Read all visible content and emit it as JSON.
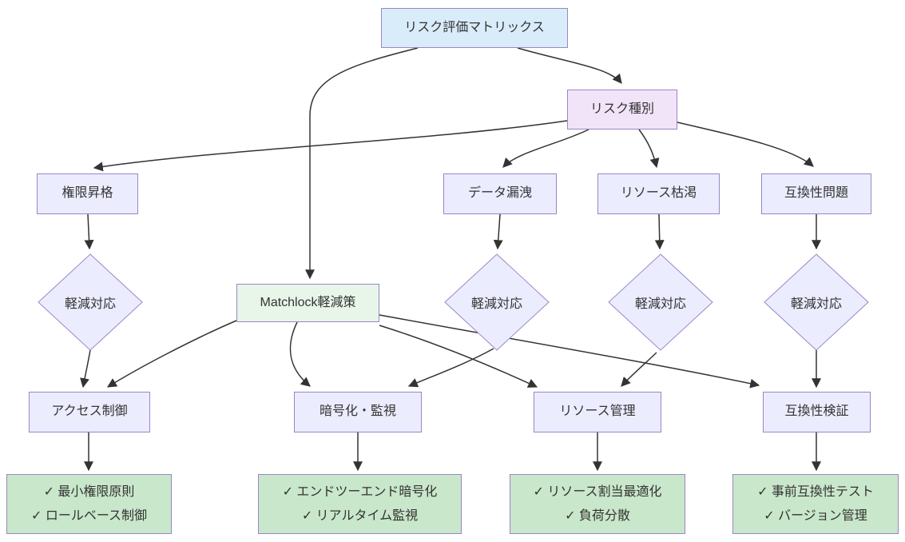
{
  "diagram": {
    "type": "flowchart",
    "colors": {
      "root_fill": "#d8ecfa",
      "risk_type_fill": "#f2e4f8",
      "default_node_fill": "#ececff",
      "matchlock_fill": "#e8f5e9",
      "result_fill": "#c9e7ca",
      "border": "#9986c5",
      "edge": "#333333",
      "text": "#333333",
      "background": "#ffffff"
    },
    "nodes": {
      "root": {
        "label": "リスク評価マトリックス"
      },
      "risk_type": {
        "label": "リスク種別"
      },
      "privilege_escalation": {
        "label": "権限昇格"
      },
      "data_leak": {
        "label": "データ漏洩"
      },
      "resource_exhaustion": {
        "label": "リソース枯渇"
      },
      "compatibility_issue": {
        "label": "互換性問題"
      },
      "decision_1": {
        "label": "軽減対応"
      },
      "decision_2": {
        "label": "軽減対応"
      },
      "decision_3": {
        "label": "軽減対応"
      },
      "decision_4": {
        "label": "軽減対応"
      },
      "matchlock": {
        "label": "Matchlock軽減策"
      },
      "access_control": {
        "label": "アクセス制御"
      },
      "encryption_monitoring": {
        "label": "暗号化・監視"
      },
      "resource_management": {
        "label": "リソース管理"
      },
      "compatibility_verification": {
        "label": "互換性検証"
      },
      "access_control_results": {
        "items": [
          "✓ 最小権限原則",
          "✓ ロールベース制御"
        ]
      },
      "encryption_results": {
        "items": [
          "✓ エンドツーエンド暗号化",
          "✓ リアルタイム監視"
        ]
      },
      "resource_results": {
        "items": [
          "✓ リソース割当最適化",
          "✓ 負荷分散"
        ]
      },
      "compatibility_results": {
        "items": [
          "✓ 事前互換性テスト",
          "✓ バージョン管理"
        ]
      }
    }
  }
}
